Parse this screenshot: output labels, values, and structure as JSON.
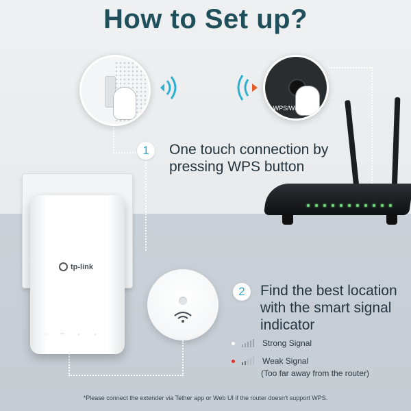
{
  "title": "How to Set up?",
  "step1": {
    "number": "1",
    "text": "One touch connection by pressing WPS button",
    "router_button_label": "WPS/Wi-Fi On/Off"
  },
  "step2": {
    "number": "2",
    "text": "Find the best location with the smart signal indicator"
  },
  "legend": {
    "strong": {
      "label": "Strong Signal",
      "color": "#ffffff"
    },
    "weak": {
      "label": "Weak Signal",
      "note": "(Too far away from the router)",
      "color": "#e2322b"
    }
  },
  "extender": {
    "brand": "tp-link"
  },
  "footnote": "*Please connect the extender via Tether app or Web UI if the router doesn't support WPS.",
  "colors": {
    "title": "#1f4f5a",
    "accent": "#32a7c4",
    "wave": "#2fb0d0"
  },
  "icons": [
    "wifi-waves-icon",
    "wifi-icon",
    "signal-bars-icon",
    "tp-link-logo-icon",
    "finger-press-icon"
  ]
}
